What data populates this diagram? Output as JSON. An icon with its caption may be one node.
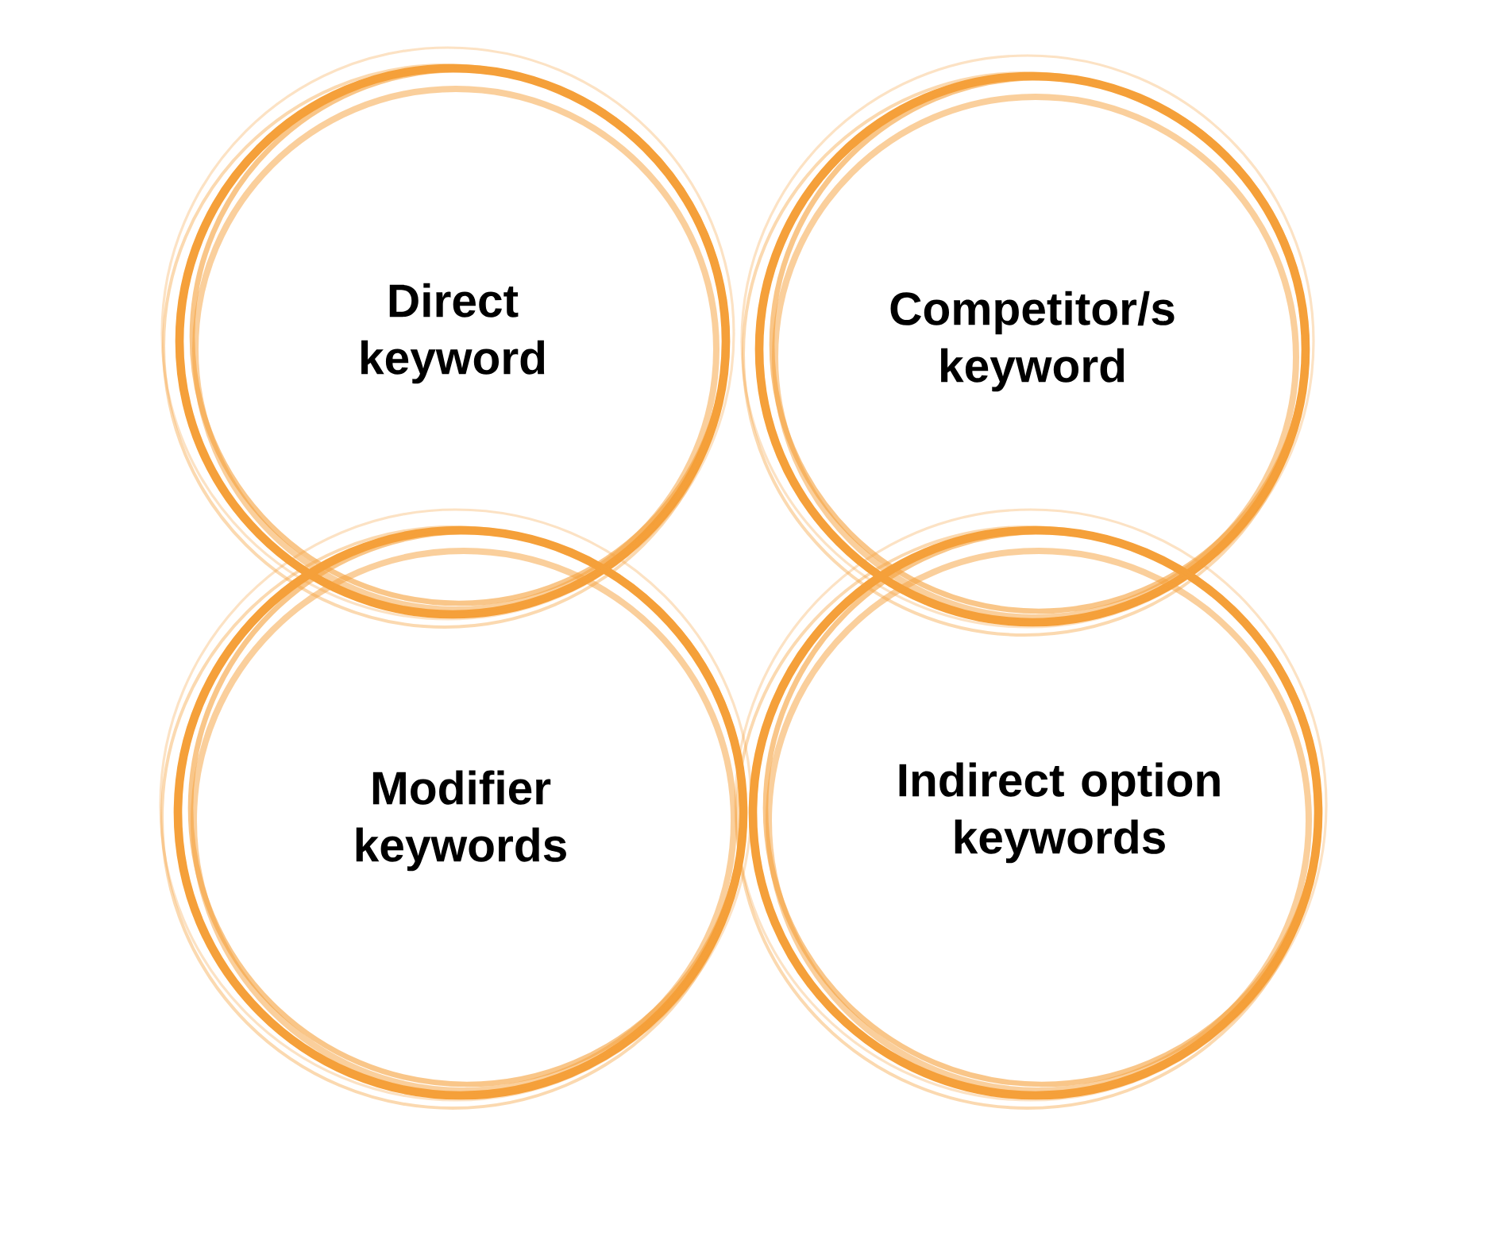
{
  "diagram": {
    "nodes": [
      {
        "text": [
          "Direct keyword"
        ]
      },
      {
        "text": [
          "Competitor/s keyword"
        ]
      },
      {
        "text": [
          "Modifier keywords"
        ]
      },
      {
        "text": [
          "Indirect option keywords"
        ]
      }
    ]
  }
}
